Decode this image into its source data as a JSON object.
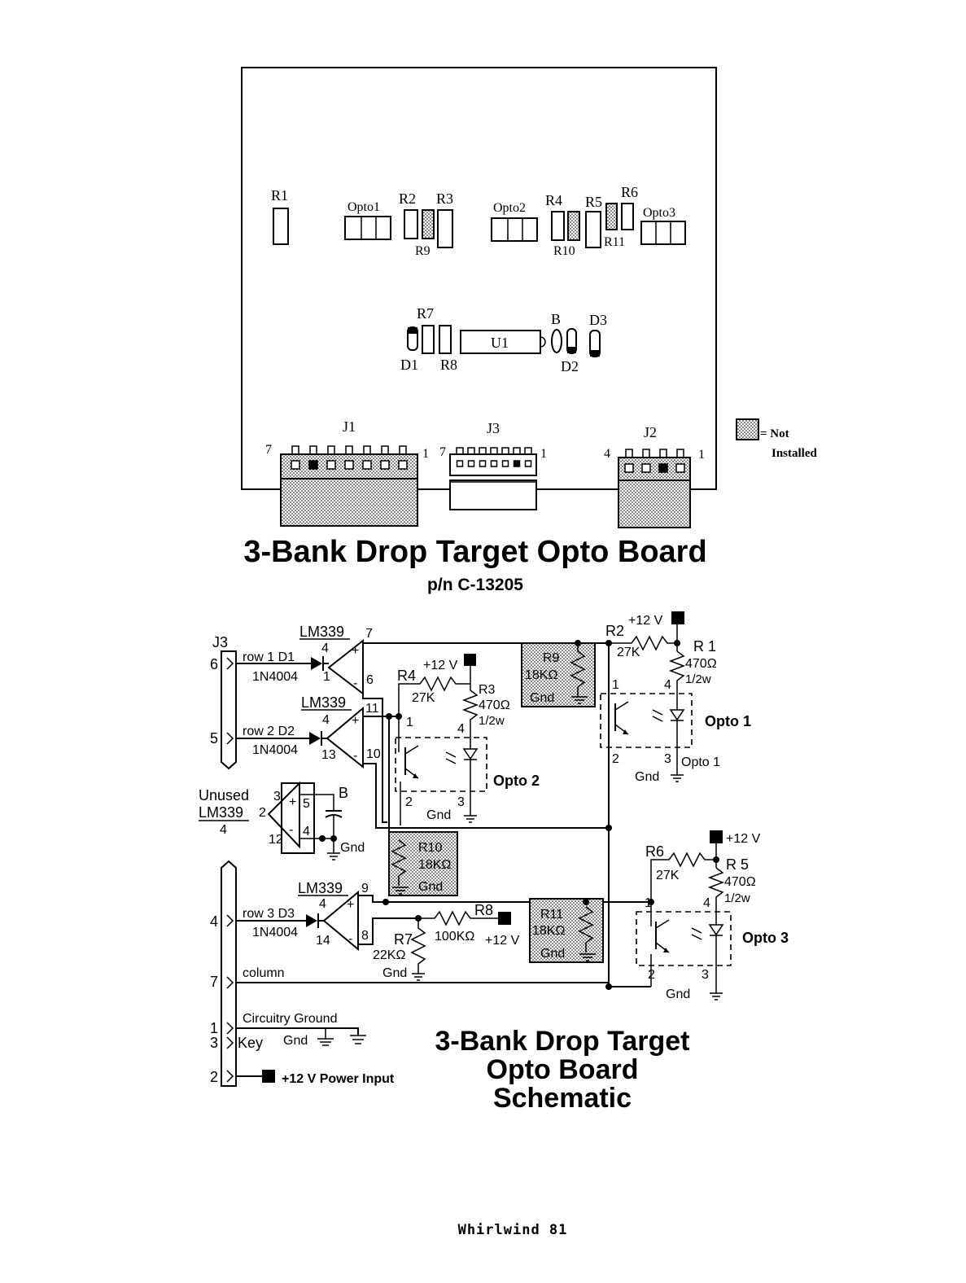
{
  "board": {
    "title": "3-Bank Drop Target Opto Board",
    "part_number": "p/n  C-13205",
    "components": {
      "R1": "R1",
      "Opto1": "Opto1",
      "R2": "R2",
      "R3": "R3",
      "R9": "R9",
      "Opto2": "Opto2",
      "R4": "R4",
      "R5": "R5",
      "R6": "R6",
      "Opto3": "Opto3",
      "R10": "R10",
      "R11": "R11",
      "R7": "R7",
      "U1": "U1",
      "B": "B",
      "D3": "D3",
      "D1": "D1",
      "R8": "R8",
      "D2": "D2"
    },
    "connectors": {
      "J1": "J1",
      "J3": "J3",
      "J2": "J2",
      "j1_left": "7",
      "j1_right": "1",
      "j3_left": "7",
      "j3_right": "1",
      "j2_left": "4",
      "j2_right": "1"
    },
    "legend": {
      "line1": "= Not",
      "line2": "Installed"
    }
  },
  "schematic": {
    "title_line1": "3-Bank Drop Target",
    "title_line2": "Opto Board",
    "title_line3": "Schematic",
    "connector": "J3",
    "pins": {
      "p6": "6",
      "p5": "5",
      "p4": "4",
      "p7": "7",
      "p1": "1",
      "p3": "3",
      "p2": "2"
    },
    "rows": {
      "row1": "row 1  D1",
      "row2": "row 2  D2",
      "row3": "row 3  D3",
      "diode1": "1N4004",
      "diode2": "1N4004",
      "diode3": "1N4004",
      "column": "column",
      "circuitry_ground": "Circuitry Ground",
      "key": "Key",
      "gnd_key": "Gnd",
      "power_input": "+12 V Power Input"
    },
    "comparators": {
      "lm1": "LM339",
      "lm1_sub": "4",
      "lm1_p7": "7",
      "lm1_p1": "1",
      "lm1_p6": "6",
      "lm2": "LM339",
      "lm2_sub": "4",
      "lm2_p11": "11",
      "lm2_p13": "13",
      "lm2_p10": "10",
      "unused1": "Unused",
      "unused2": "LM339",
      "unused3": "4",
      "un_p3": "3",
      "un_p2": "2",
      "un_p12": "12",
      "un_p5": "5",
      "un_p4": "4",
      "cap_b": "B",
      "gnd_unused": "Gnd",
      "lm3": "LM339",
      "lm3_sub": "4",
      "lm3_p9": "9",
      "lm3_p14": "14",
      "lm3_p8": "8",
      "plus": "+",
      "minus": "-"
    },
    "opto2": {
      "r4": "R4",
      "r4_val": "27K",
      "v12": "+12 V",
      "r3": "R3",
      "r3_val": "470Ω",
      "r3_w": "1/2w",
      "p1": "1",
      "p4": "4",
      "p2": "2",
      "p3": "3",
      "label": "Opto 2",
      "gnd": "Gnd"
    },
    "r9": {
      "name": "R9",
      "val": "18KΩ",
      "gnd": "Gnd"
    },
    "r10": {
      "name": "R10",
      "val": "18KΩ",
      "gnd": "Gnd"
    },
    "r11": {
      "name": "R11",
      "val": "18KΩ",
      "gnd": "Gnd"
    },
    "opto1": {
      "v12": "+12 V",
      "r2": "R2",
      "r2_val": "27K",
      "r1": "R 1",
      "r1_val": "470Ω",
      "r1_w": "1/2w",
      "p1": "1",
      "p4": "4",
      "p2": "2",
      "p3": "3",
      "label": "Opto 1",
      "label_small": "Opto 1",
      "gnd": "Gnd"
    },
    "opto3": {
      "v12": "+12 V",
      "r6": "R6",
      "r6_val": "27K",
      "r5": "R 5",
      "r5_val": "470Ω",
      "r5_w": "1/2w",
      "p1": "1",
      "p4": "4",
      "p2": "2",
      "p3": "3",
      "label": "Opto 3",
      "gnd": "Gnd"
    },
    "bias": {
      "r8": "R8",
      "r8_val": "100KΩ",
      "v12": "+12 V",
      "r7": "R7",
      "r7_val": "22KΩ",
      "gnd": "Gnd"
    }
  },
  "footer": {
    "text": "Whirlwind  81"
  }
}
